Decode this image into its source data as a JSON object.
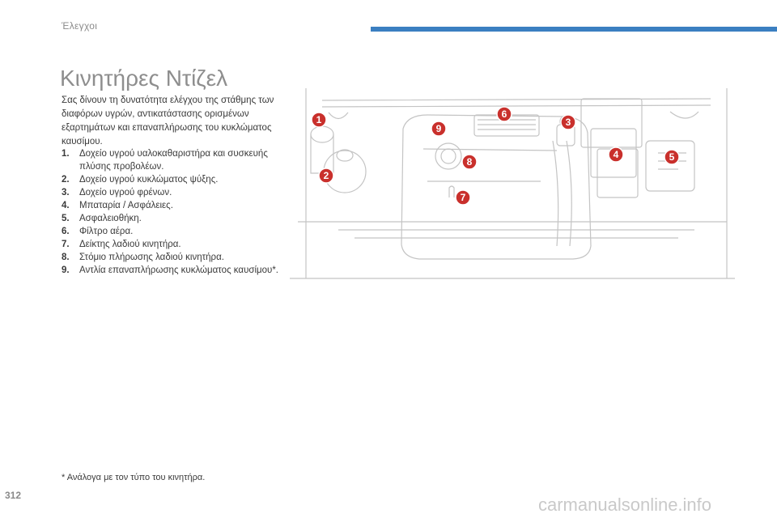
{
  "header": {
    "section": "Έλεγχοι"
  },
  "title": "Κινητήρες Ντίζελ",
  "intro": "Σας δίνουν τη δυνατότητα ελέγχου της στάθμης των διαφόρων υγρών, αντικατάστασης ορισμένων εξαρτημάτων και επαναπλήρωσης του κυκλώματος καυσίμου.",
  "items": [
    {
      "num": "1.",
      "text": "Δοχείο υγρού υαλοκαθαριστήρα και συσκευής πλύσης προβολέων."
    },
    {
      "num": "2.",
      "text": "Δοχείο υγρού κυκλώματος ψύξης."
    },
    {
      "num": "3.",
      "text": "Δοχείο υγρού φρένων."
    },
    {
      "num": "4.",
      "text": "Μπαταρία / Ασφάλειες."
    },
    {
      "num": "5.",
      "text": "Ασφαλειοθήκη."
    },
    {
      "num": "6.",
      "text": "Φίλτρο αέρα."
    },
    {
      "num": "7.",
      "text": "Δείκτης λαδιού κινητήρα."
    },
    {
      "num": "8.",
      "text": "Στόμιο πλήρωσης λαδιού κινητήρα."
    },
    {
      "num": "9.",
      "text": "Αντλία επαναπλήρωσης κυκλώματος καυσίμου*."
    }
  ],
  "footnote": "* Ανάλογα με τον τύπο του κινητήρα.",
  "page_number": "312",
  "watermark": "carmanualsonline.info",
  "diagram": {
    "callouts": [
      "1",
      "2",
      "3",
      "4",
      "5",
      "6",
      "7",
      "8",
      "9"
    ],
    "callout_color": "#c9302c",
    "accent_color": "#3b7fc1"
  }
}
